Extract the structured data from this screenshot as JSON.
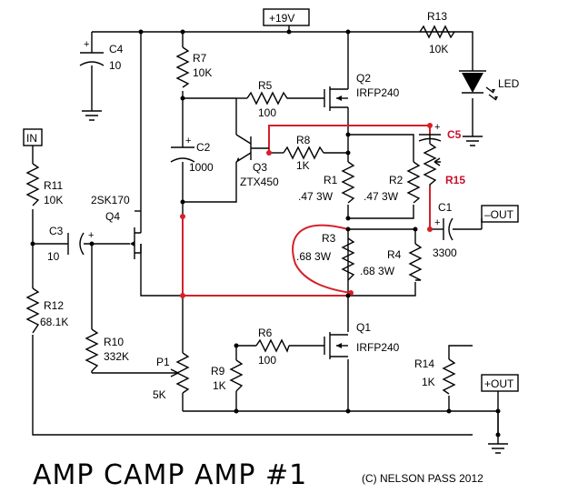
{
  "diagram": {
    "title": "AMP CAMP AMP #1",
    "copyright": "(C) NELSON PASS 2012",
    "supply": "+19V",
    "terminals": {
      "in": "IN",
      "minus_out": "–OUT",
      "plus_out": "+OUT"
    },
    "components": {
      "R13": {
        "name": "R13",
        "value": "10K"
      },
      "led": "LED",
      "C4": {
        "name": "C4",
        "value": "10"
      },
      "R7": {
        "name": "R7",
        "value": "10K"
      },
      "R5": {
        "name": "R5",
        "value": "100"
      },
      "Q2": {
        "name": "Q2",
        "value": "IRFP240"
      },
      "C5": {
        "name": "C5"
      },
      "C2": {
        "name": "C2",
        "value": "1000"
      },
      "Q3": {
        "name": "Q3",
        "value": "ZTX450"
      },
      "R8": {
        "name": "R8",
        "value": "1K"
      },
      "R1": {
        "name": "R1",
        "value": ".47 3W"
      },
      "R2": {
        "name": "R2",
        "value": ".47 3W"
      },
      "R15": {
        "name": "R15"
      },
      "C1": {
        "name": "C1",
        "value": "3300"
      },
      "R11": {
        "name": "R11",
        "value": "10K"
      },
      "Q4": {
        "name": "Q4",
        "value": "2SK170"
      },
      "C3": {
        "name": "C3",
        "value": "10"
      },
      "R3": {
        "name": "R3",
        "value": ".68 3W"
      },
      "R4": {
        "name": "R4",
        "value": ".68 3W"
      },
      "R12": {
        "name": "R12",
        "value": "68.1K"
      },
      "R10": {
        "name": "R10",
        "value": "332K"
      },
      "R6": {
        "name": "R6",
        "value": "100"
      },
      "Q1": {
        "name": "Q1",
        "value": "IRFP240"
      },
      "P1": {
        "name": "P1",
        "value": "5K"
      },
      "R9": {
        "name": "R9",
        "value": "1K"
      },
      "R14": {
        "name": "R14",
        "value": "1K"
      }
    },
    "colors": {
      "line": "#000000",
      "modification": "#d4202a",
      "label_red": "#c8102e"
    }
  }
}
